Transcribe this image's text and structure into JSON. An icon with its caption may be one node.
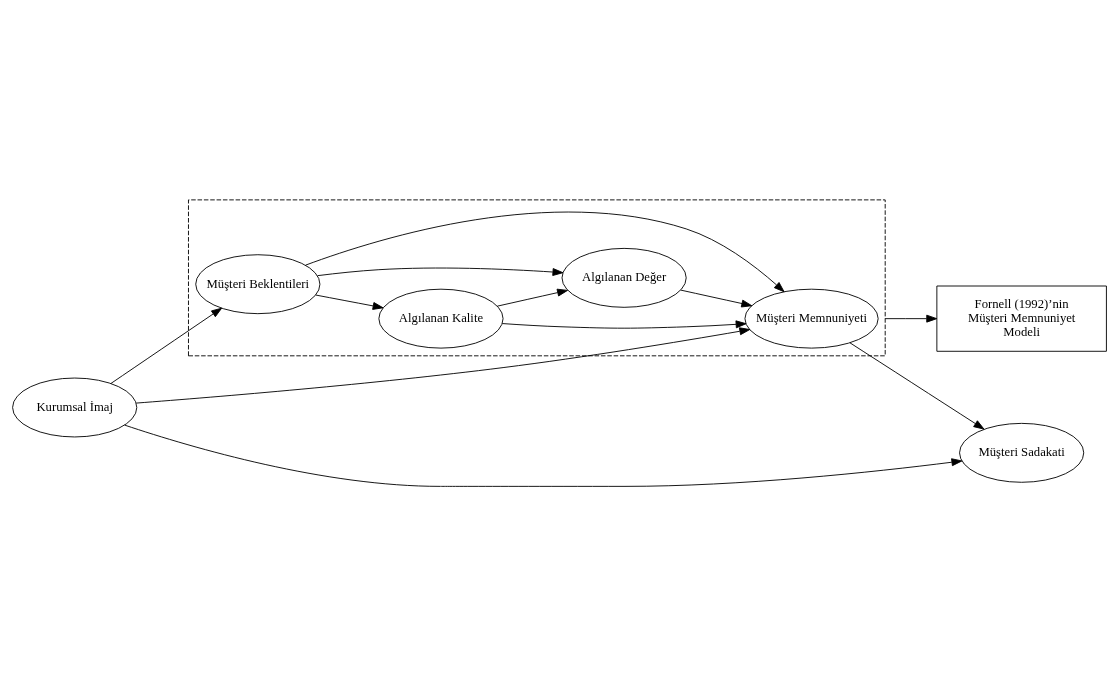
{
  "diagram": {
    "nodes": [
      {
        "text": [],
        "shape": "box"
      },
      {
        "text": [
          "Müşteri Beklentileri"
        ],
        "in": 0
      },
      {
        "text": [
          "Algılanan Kalite"
        ],
        "in": 0
      },
      {
        "text": [
          "Algılanan Değer"
        ],
        "in": 0
      },
      {
        "text": [
          "Müşteri Memnuniyeti"
        ],
        "in": 0
      },
      {
        "text": [
          "Kurumsal İmaj"
        ]
      },
      {
        "text": [
          "Müşteri Sadakati"
        ]
      },
      {
        "text": [
          "Fornell (1992)’nin Müşteri Memnuniyet Modeli"
        ]
      }
    ],
    "edges": [
      {
        "from": 5,
        "to": 1,
        "arrow": "to"
      },
      {
        "from": 5,
        "to": 4,
        "arrow": "to"
      },
      {
        "from": 5,
        "to": 6,
        "arrow": "to"
      },
      {
        "from": 1,
        "to": 2,
        "arrow": "to"
      },
      {
        "from": 1,
        "to": 3,
        "arrow": "to"
      },
      {
        "from": 1,
        "to": 4,
        "arrow": "to"
      },
      {
        "from": 2,
        "to": 3,
        "arrow": "to"
      },
      {
        "from": 2,
        "to": 4,
        "arrow": "to"
      },
      {
        "from": 3,
        "to": 4,
        "arrow": "to"
      },
      {
        "from": 4,
        "to": 6,
        "arrow": "to"
      },
      {
        "from": 0,
        "to": 7,
        "arrow": "to"
      }
    ]
  }
}
